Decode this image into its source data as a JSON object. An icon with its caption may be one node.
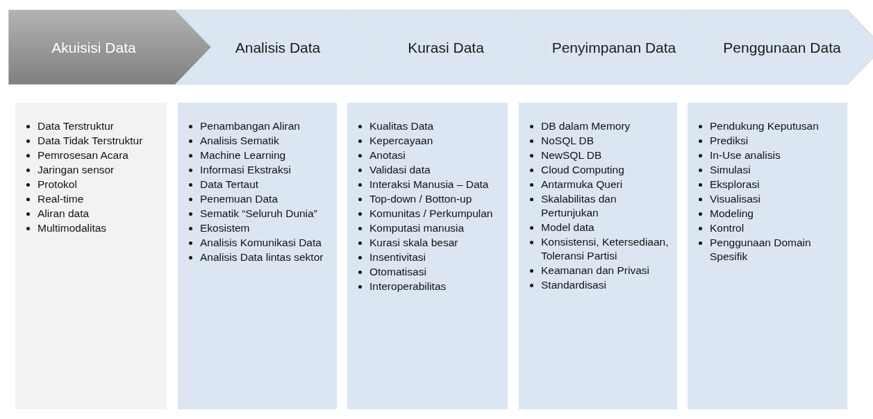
{
  "diagram": {
    "nodes": [
      {
        "text": [
          "Akuisisi Data"
        ]
      },
      {
        "text": [
          "Analisis Data"
        ]
      },
      {
        "text": [
          "Kurasi Data"
        ]
      },
      {
        "text": [
          "Penyimpanan Data"
        ]
      },
      {
        "text": [
          "Penggunaan Data"
        ]
      },
      {
        "text": [
          "Data Terstruktur",
          "Data Tidak Terstruktur",
          "Pemrosesan Acara",
          "Jaringan sensor",
          "Protokol",
          "Real-time",
          "Aliran data",
          "Multimodalitas"
        ]
      },
      {
        "text": [
          "Penambangan Aliran",
          "Analisis Sematik",
          "Machine Learning",
          "Informasi Ekstraksi",
          "Data Tertaut",
          "Penemuan Data",
          "Sematik “Seluruh Dunia”",
          "Ekosistem",
          "Analisis Komunikasi Data",
          "Analisis Data lintas sektor"
        ]
      },
      {
        "text": [
          "Kualitas Data",
          "Kepercayaan",
          "Anotasi",
          "Validasi data",
          "Interaksi Manusia – Data",
          "Top-down / Botton-up",
          "Komunitas / Perkumpulan",
          "Komputasi manusia",
          "Kurasi skala besar",
          "Insentivitasi",
          "Otomatisasi",
          "Interoperabilitas"
        ]
      },
      {
        "text": [
          "DB dalam Memory",
          "NoSQL DB",
          "NewSQL DB",
          "Cloud Computing",
          "Antarmuka Queri",
          "Skalabilitas dan Pertunjukan",
          "Model data",
          "Konsistensi, Ketersediaan, Toleransi Partisi",
          "Keamanan dan Privasi",
          "Standardisasi"
        ]
      },
      {
        "text": [
          "Pendukung Keputusan",
          "Prediksi",
          "In-Use analisis",
          "Simulasi",
          "Eksplorasi",
          "Visualisasi",
          "Modeling",
          "Kontrol",
          "Penggunaan Domain Spesifik"
        ]
      }
    ]
  }
}
